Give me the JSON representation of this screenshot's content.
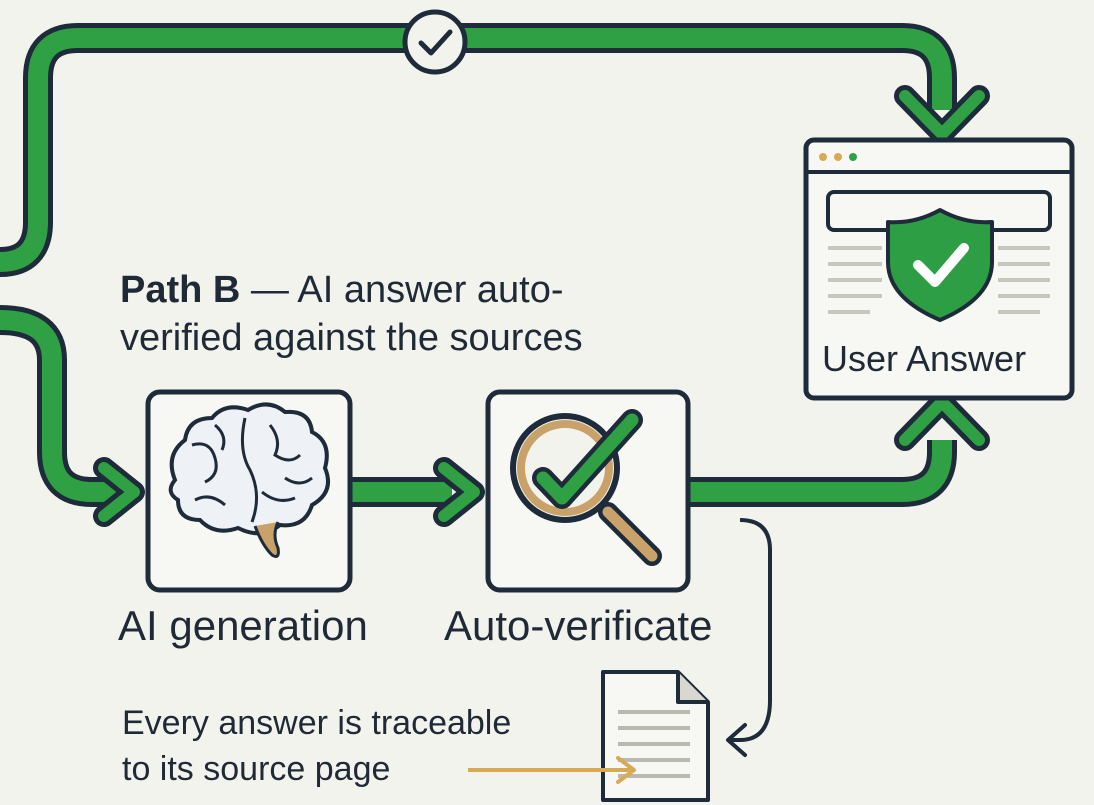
{
  "path_b": {
    "title": "Path B",
    "separator": " — ",
    "line1_rest": "AI answer auto-",
    "line2": "verified against the sources"
  },
  "steps": {
    "ai_generation": "AI generation",
    "auto_verify": "Auto-verificate"
  },
  "user_answer": "User Answer",
  "traceability": {
    "line1": "Every answer is traceable",
    "line2": "to its source page"
  },
  "colors": {
    "flow_green": "#2fa043",
    "outline_dark": "#1d2b3a",
    "background": "#f3f3ee",
    "shield_green": "#2e9e44",
    "accent_gold": "#d8aa55"
  },
  "icons": [
    "check-circle-icon",
    "brain-icon",
    "magnifier-check-icon",
    "shield-check-icon",
    "document-icon",
    "browser-window-icon"
  ]
}
